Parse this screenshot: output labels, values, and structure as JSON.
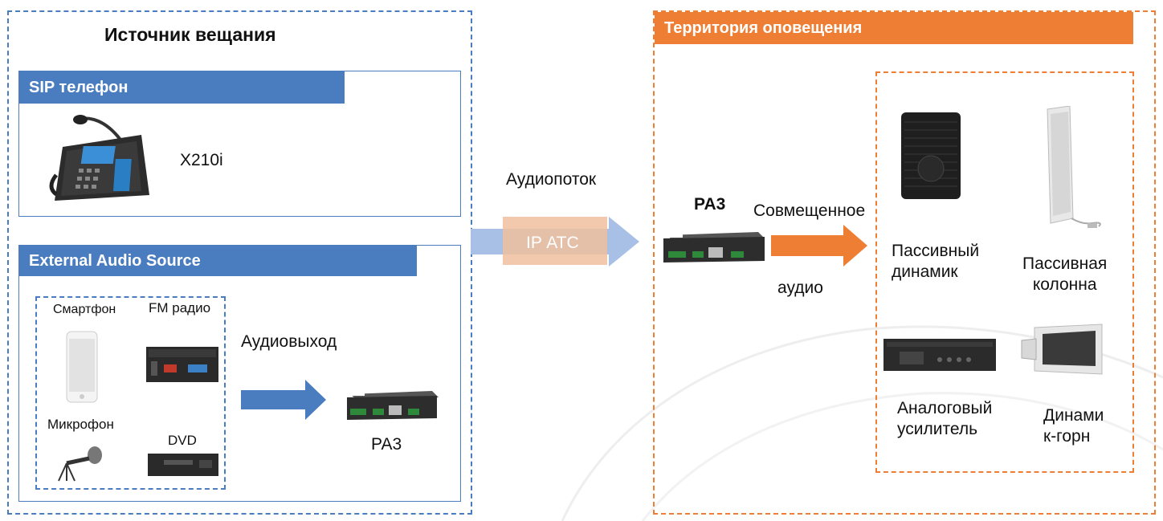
{
  "left_panel": {
    "title": "Источник вещания",
    "sip_section": {
      "header": "SIP телефон",
      "device_label": "X210i"
    },
    "external_section": {
      "header": "External Audio Source",
      "sources": {
        "smartphone": "Смартфон",
        "fm_radio": "FM радио",
        "microphone": "Микрофон",
        "dvd": "DVD"
      },
      "output_label": "Аудиовыход",
      "device_label": "PA3"
    }
  },
  "middle": {
    "stream_label": "Аудиопоток",
    "pbx_label": "IP АТС"
  },
  "right_panel": {
    "header": "Территория оповещения",
    "device_label": "PA3",
    "combined_label_1": "Совмещенное",
    "combined_label_2": "аудио",
    "speakers": {
      "passive_speaker": "Пассивный\nдинамик",
      "passive_column": "Пассивная\nколонна",
      "analog_amp": "Аналоговый\nусилитель",
      "horn_speaker": "Динами\nк-горн"
    }
  },
  "colors": {
    "blue": "#4a7dc0",
    "orange": "#ee7e33",
    "light_blue_arrow": "#a8c0e6",
    "pbx_box": "#f0bf9e"
  },
  "icons": [
    "ip-phone-icon",
    "smartphone-icon",
    "fm-radio-icon",
    "microphone-icon",
    "dvd-player-icon",
    "pa3-device-icon",
    "passive-speaker-icon",
    "column-speaker-icon",
    "amplifier-icon",
    "horn-speaker-icon"
  ]
}
